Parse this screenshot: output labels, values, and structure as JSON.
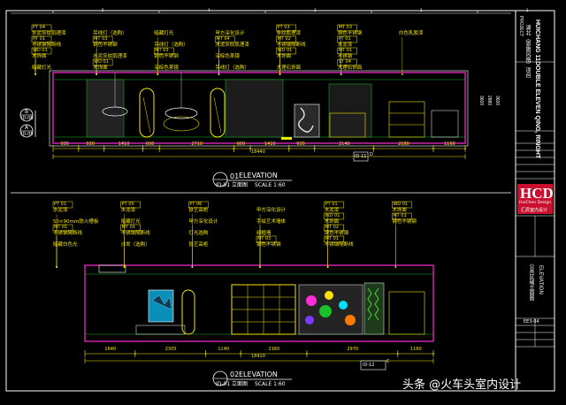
{
  "colors": {
    "background": "#000000",
    "frame": "#ffffff",
    "yellow": "#f5e600",
    "green": "#19c12a",
    "cyan": "#00e0ff",
    "magenta": "#ff2bd6",
    "red": "#e01010",
    "brand_red": "#c8102e"
  },
  "sheet": {
    "top_ticks": [
      "5",
      "4",
      "3",
      "2",
      "1"
    ],
    "section1": {
      "num": "01",
      "ref": "ID-01",
      "title": "ELEVATION",
      "subtitle": "立面图",
      "scale": "SCALE 1:60"
    },
    "section2": {
      "num": "02",
      "ref": "ID-01",
      "title": "ELEVATION",
      "subtitle": "立面图",
      "scale": "SCALE 1:60"
    }
  },
  "elevation1": {
    "dims": [
      "930",
      "930",
      "1410",
      "600",
      "2710",
      "600",
      "1410",
      "930",
      "2140",
      "2180",
      "1160"
    ],
    "total": "18440",
    "side_dims": [
      "3600",
      "2880",
      "3600"
    ],
    "callouts": [
      {
        "code": "PT 04",
        "text": "水泥灰纹肌理漆"
      },
      {
        "code": "PT 01",
        "text": "不锈钢隔断线"
      },
      {
        "code": "WD 01",
        "text": "木饰面"
      },
      {
        "code": "",
        "text": "暗藏灯光"
      },
      {
        "code": "",
        "text": "吊线灯（选购）"
      },
      {
        "code": "MT 03",
        "text": "铜色不锈钢"
      },
      {
        "code": "",
        "text": "水泥灰纹肌理漆"
      },
      {
        "code": "WD 01",
        "text": "木饰面"
      },
      {
        "code": "",
        "text": "暗藏灯光"
      },
      {
        "code": "",
        "text": "吊线灯（选购）"
      },
      {
        "code": "MT 03",
        "text": "铜色不锈钢"
      },
      {
        "code": "",
        "text": "深棕色茶镜"
      },
      {
        "code": "",
        "text": "甲方深化设计"
      },
      {
        "code": "MT 04",
        "text": "水泥灰纹肌理漆"
      },
      {
        "code": "",
        "text": "深棕色茶镜"
      },
      {
        "code": "",
        "text": "吊线灯（选购）"
      },
      {
        "code": "PT 03",
        "text": "条纹肌理漆"
      },
      {
        "code": "MT 02",
        "text": "不锈钢隔断线"
      },
      {
        "code": "WD 01",
        "text": "木饰面"
      },
      {
        "code": "",
        "text": "大理石饰面"
      },
      {
        "code": "MT 03",
        "text": "铜色不锈钢"
      },
      {
        "code": "PT 01",
        "text": "水泥漆"
      },
      {
        "code": "MT 01",
        "text": "不锈钢"
      },
      {
        "code": "ST 04",
        "text": "大理石饰面"
      },
      {
        "code": "",
        "text": "白色乳胶漆"
      }
    ],
    "markers": {
      "left_top": "B",
      "left_top_ref": "ID-06",
      "left_bot": "A",
      "left_bot_ref": "ID-05",
      "right": "D",
      "right_ref": "ID-11"
    }
  },
  "elevation2": {
    "dims": [
      "1640",
      "2305",
      "1140",
      "2160",
      "2970",
      "1160"
    ],
    "total": "18410",
    "callouts": [
      {
        "code": "PT 01",
        "text": "水泥漆"
      },
      {
        "code": "",
        "text": "50×90mm防火槽板"
      },
      {
        "code": "MT 01",
        "text": "不锈钢隔断线"
      },
      {
        "code": "",
        "text": "暗藏白色光"
      },
      {
        "code": "PT 05",
        "text": "水泥漆"
      },
      {
        "code": "",
        "text": "暗藏灯光"
      },
      {
        "code": "MT 01",
        "text": "不锈钢隔断线"
      },
      {
        "code": "",
        "text": "沙发（选购）"
      },
      {
        "code": "PT 06",
        "text": "铁艺高柜"
      },
      {
        "code": "",
        "text": "甲方深化设计"
      },
      {
        "code": "",
        "text": "灯光选购"
      },
      {
        "code": "",
        "text": "铁艺高柜"
      },
      {
        "code": "",
        "text": "甲方深化设计"
      },
      {
        "code": "",
        "text": "手绘艺术墙体"
      },
      {
        "code": "",
        "text": "绿植墙"
      },
      {
        "code": "MT 03",
        "text": "铜色不锈钢"
      },
      {
        "code": "PT 01",
        "text": "水泥漆"
      },
      {
        "code": "WD 01",
        "text": "木饰面"
      },
      {
        "code": "MT 02",
        "text": "铜色不锈钢"
      },
      {
        "code": "MT 01",
        "text": "不锈钢隔断线"
      },
      {
        "code": "WD 01",
        "text": "木饰面"
      },
      {
        "code": "MT 03",
        "text": "铜色不锈钢"
      }
    ],
    "marker": {
      "letter": "C",
      "ref": "ID-12"
    }
  },
  "title_block": {
    "project": "HUICHANG 11DOUBLE ELEVEN QING, RINGHT",
    "project_cn": "湖北（恩施风格）项目",
    "logo": "HCD",
    "company_en": "HuiChen Design",
    "company_cn": "汇辰室内设计",
    "drawing_name_cn": "公共区域立面图",
    "drawing_name_en": "ELEVATION",
    "sheet_no": "EE3-04"
  },
  "watermark": "头条 @火车头室内设计"
}
